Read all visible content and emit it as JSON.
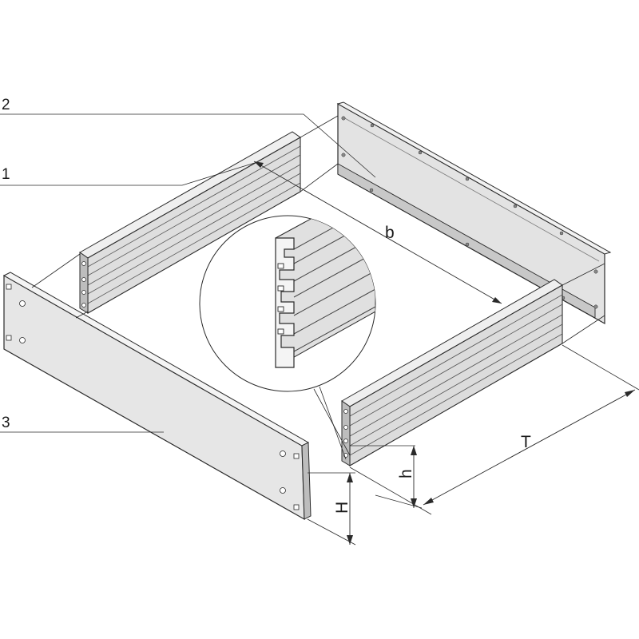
{
  "callouts": {
    "c1": "1",
    "c2": "2",
    "c3": "3"
  },
  "dimensions": {
    "b": "b",
    "t": "T",
    "h_small": "h",
    "h_large": "H"
  },
  "colors": {
    "panel": "#e3e3e3",
    "panel_dark": "#c8c8c8",
    "line": "#2a2a2a",
    "background": "#ffffff"
  }
}
